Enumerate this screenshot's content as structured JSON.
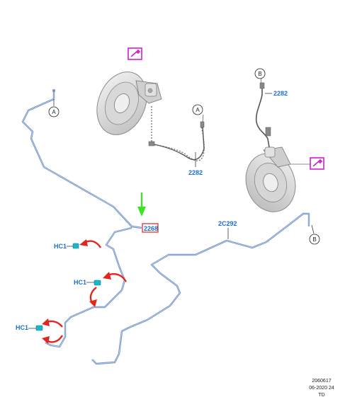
{
  "callouts": {
    "a_upper_left": "A",
    "a_center": "A",
    "b_top": "B",
    "b_right": "B"
  },
  "parts": {
    "hose_left": "2282",
    "hose_right": "2282",
    "tube_highlight": "2268",
    "tube_right": "2C292",
    "clip_1": "HC1",
    "clip_2": "HC1",
    "clip_3": "HC1"
  },
  "footer": {
    "ref": "2060617",
    "date": "06-2020 24",
    "code": "TD"
  },
  "colors": {
    "tube": "#6f8fc4",
    "label": "#1a6fd1",
    "highlight": "#e0201e",
    "arrow_red": "#e2261c",
    "arrow_green": "#39e61e",
    "magenta": "#d21fd2",
    "clip": "#18b8c8"
  },
  "icons": [
    "spanner-icon",
    "spanner-icon"
  ]
}
